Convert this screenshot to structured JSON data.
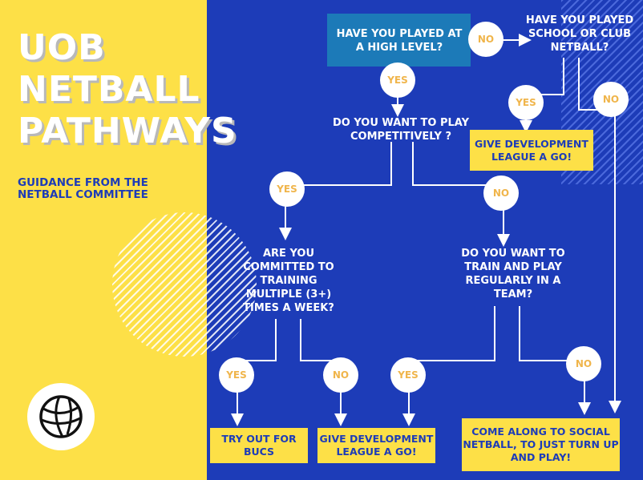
{
  "title": {
    "line1": "UOB",
    "line2": "NETBALL",
    "line3": "PATHWAYS"
  },
  "subtitle": {
    "line1": "GUIDANCE FROM THE",
    "line2": "NETBALL COMMITTEE"
  },
  "questions": {
    "high_level": "HAVE YOU PLAYED AT A HIGH LEVEL?",
    "school_club": "HAVE YOU PLAYED SCHOOL OR CLUB NETBALL?",
    "competitive": "DO YOU WANT TO PLAY COMPETITIVELY ?",
    "committed": "ARE YOU COMMITTED TO TRAINING MULTIPLE (3+) TIMES A WEEK?",
    "regular": "DO YOU WANT TO TRAIN AND PLAY REGULARLY IN A TEAM?"
  },
  "answers": {
    "yes": "YES",
    "no": "NO"
  },
  "outcomes": {
    "development_top": "GIVE DEVELOPMENT LEAGUE A GO!",
    "bucs": "TRY OUT FOR BUCS",
    "development_bottom": "GIVE DEVELOPMENT LEAGUE A GO!",
    "social": "COME ALONG TO SOCIAL NETBALL, TO JUST TURN UP AND PLAY!"
  },
  "colors": {
    "yellow": "#fde047",
    "blue": "#1d3cb8",
    "highlight": "#1c7ab8",
    "answer_text": "#f0b54b"
  },
  "icons": {
    "logo": "netball-icon"
  }
}
